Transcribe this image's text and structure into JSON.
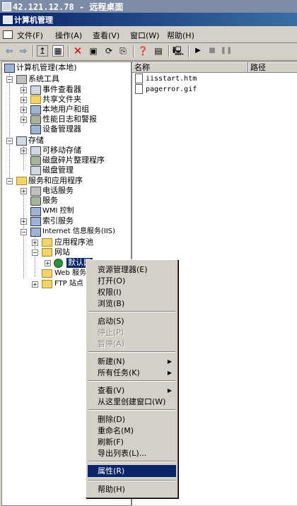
{
  "remote_title": "42.121.12.78 - 远程桌面",
  "app_title": "计算机管理",
  "menu": [
    "文件(F)",
    "操作(A)",
    "查看(V)",
    "窗口(W)",
    "帮助(H)"
  ],
  "tree": {
    "root": "计算机管理(本地)",
    "system_tools": "系统工具",
    "event_viewer": "事件查看器",
    "shared_folders": "共享文件夹",
    "local_users": "本地用户和组",
    "perf_logs": "性能日志和警报",
    "device_manager": "设备管理器",
    "storage": "存储",
    "removable_storage": "可移动存储",
    "defrag": "磁盘碎片整理程序",
    "disk_mgmt": "磁盘管理",
    "services_apps": "服务和应用程序",
    "telephony": "电话服务",
    "services": "服务",
    "wmi": "WMI 控制",
    "indexing": "索引服务",
    "iis": "Internet 信息服务(IIS)",
    "app_pools": "应用程序池",
    "websites": "网站",
    "default_site": "默认网",
    "web_service_ext": "Web 服务",
    "ftp_sites": "FTP 站点"
  },
  "list": {
    "columns": [
      "名称",
      "路径"
    ],
    "files": [
      "iisstart.htm",
      "pagerror.gif"
    ]
  },
  "context_menu": {
    "explorer": "资源管理器(E)",
    "open": "打开(O)",
    "permissions": "权限(I)",
    "browse": "浏览(B)",
    "start": "启动(S)",
    "stop": "停止(P)",
    "pause": "暂停(A)",
    "new": "新建(N)",
    "all_tasks": "所有任务(K)",
    "view": "查看(V)",
    "new_window": "从这里创建窗口(W)",
    "delete": "删除(D)",
    "rename": "重命名(M)",
    "refresh": "刷新(F)",
    "export": "导出列表(L)...",
    "properties": "属性(R)",
    "help": "帮助(H)"
  }
}
